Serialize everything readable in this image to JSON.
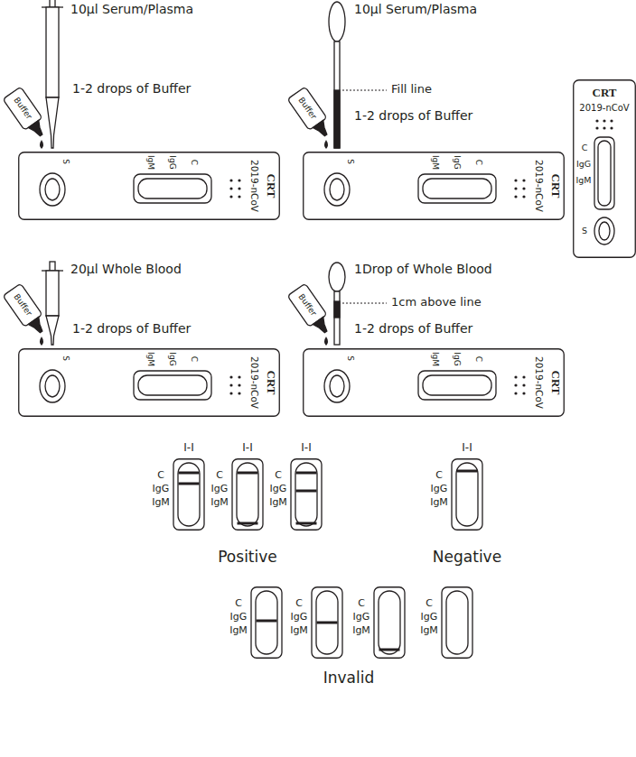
{
  "diagram": {
    "nodes": [
      {
        "text": [
          "Buffer"
        ]
      },
      {
        "text": [
          "S",
          "IgM",
          "IgG",
          "C",
          "2019-nCoV",
          "CRT"
        ]
      },
      {
        "text": [
          "Buffer"
        ]
      },
      {
        "text": [
          "S",
          "IgM",
          "IgG",
          "C",
          "2019-nCoV",
          "CRT"
        ]
      },
      {
        "text": [
          "CRT",
          "2019-nCoV",
          "C",
          "IgG",
          "IgM",
          "S"
        ]
      },
      {
        "text": [
          "Buffer"
        ]
      },
      {
        "text": [
          "S",
          "IgM",
          "IgG",
          "C",
          "2019-nCoV",
          "CRT"
        ]
      },
      {
        "text": [
          "Buffer"
        ]
      },
      {
        "text": [
          "S",
          "IgM",
          "IgG",
          "C",
          "2019-nCoV",
          "CRT"
        ]
      },
      {
        "text": [
          "C",
          "IgG",
          "IgM"
        ]
      },
      {
        "text": [
          "C",
          "IgG",
          "IgM"
        ]
      },
      {
        "text": [
          "C",
          "IgG",
          "IgM"
        ]
      },
      {
        "text": [
          "C",
          "IgG",
          "IgM"
        ]
      },
      {
        "text": [
          "C",
          "IgG",
          "IgM"
        ]
      },
      {
        "text": [
          "C",
          "IgG",
          "IgM"
        ]
      },
      {
        "text": [
          "C",
          "IgG",
          "IgM"
        ]
      },
      {
        "text": [
          "C",
          "IgG",
          "IgM"
        ]
      }
    ],
    "labels": [
      "10µl Serum/Plasma",
      "1-2 drops of Buffer",
      "10µl Serum/Plasma",
      "Fill line",
      "1-2 drops of Buffer",
      "20µl Whole Blood",
      "1-2 drops of Buffer",
      "1Drop of Whole Blood",
      "1cm above line",
      "1-2 drops of Buffer",
      "I-I",
      "I-I",
      "I-I",
      "I-I",
      "Positive",
      "Negative",
      "Invalid"
    ]
  }
}
